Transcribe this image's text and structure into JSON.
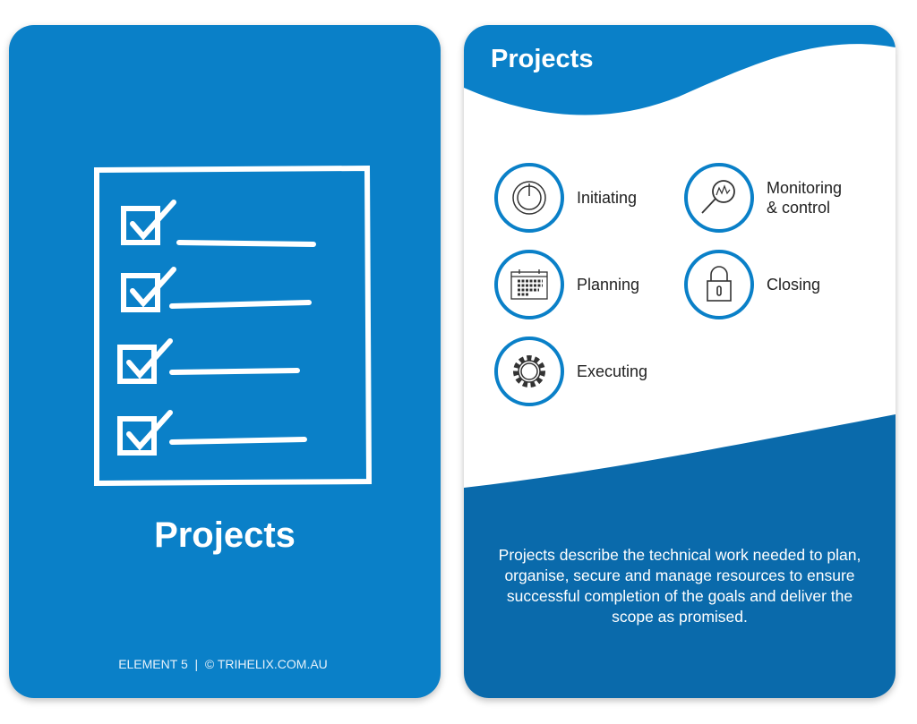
{
  "front": {
    "title": "Projects",
    "footer": "ELEMENT 5  |  © TRIHELIX.COM.AU"
  },
  "back": {
    "title": "Projects",
    "items": [
      {
        "label": "Initiating",
        "icon": "power-icon"
      },
      {
        "label": "Monitoring\n& control",
        "icon": "magnifier-chart-icon"
      },
      {
        "label": "Planning",
        "icon": "calendar-icon"
      },
      {
        "label": "Closing",
        "icon": "padlock-icon"
      },
      {
        "label": "Executing",
        "icon": "gear-icon"
      }
    ],
    "description": "Projects describe the technical work needed to plan, organise, secure and manage resources to ensure successful completion of the goals and deliver the scope as promised."
  },
  "colors": {
    "primary": "#0a80c8",
    "dark": "#0a6aab"
  }
}
